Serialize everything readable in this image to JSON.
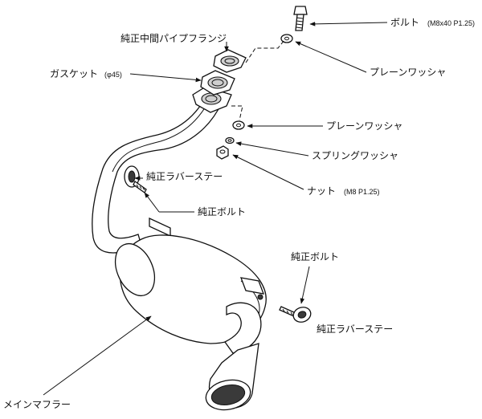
{
  "labels": {
    "bolt": "ボルト",
    "bolt_spec": "(M8x40 P1.25)",
    "flange": "純正中間パイプフランジ",
    "gasket": "ガスケット",
    "gasket_spec": "(φ45)",
    "washer_top": "プレーンワッシャ",
    "washer_mid": "プレーンワッシャ",
    "spring_washer": "スプリングワッシャ",
    "rubber_stay_upper": "純正ラバーステー",
    "nut": "ナット",
    "nut_spec": "(M8 P1.25)",
    "stock_bolt_upper": "純正ボルト",
    "stock_bolt_lower": "純正ボルト",
    "rubber_stay_lower": "純正ラバーステー",
    "main_muffler": "メインマフラー"
  }
}
